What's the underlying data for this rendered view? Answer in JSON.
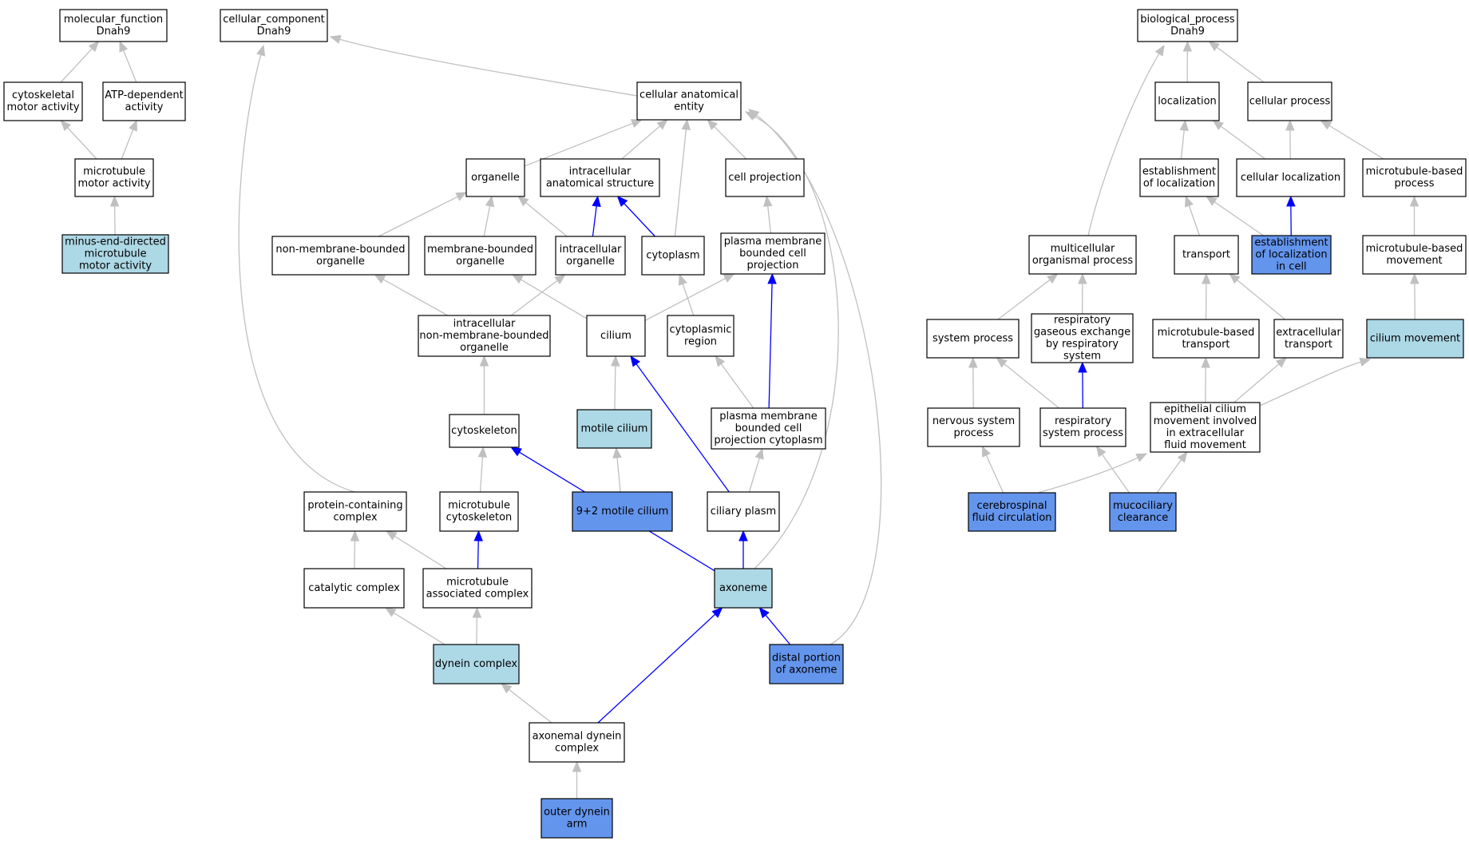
{
  "palette": {
    "plain": "#ffffff",
    "light": "#add8e6",
    "blue": "#6495ed",
    "edge_gray": "#c0c0c0",
    "edge_blue": "#0000ff",
    "border": "#000000"
  },
  "nodes": [
    {
      "id": "mf",
      "lines": [
        "molecular_function",
        "Dnah9"
      ],
      "fill": "plain"
    },
    {
      "id": "csm",
      "lines": [
        "cytoskeletal",
        "motor activity"
      ],
      "fill": "plain"
    },
    {
      "id": "atp",
      "lines": [
        "ATP-dependent",
        "activity"
      ],
      "fill": "plain"
    },
    {
      "id": "mma",
      "lines": [
        "microtubule",
        "motor activity"
      ],
      "fill": "plain"
    },
    {
      "id": "minus",
      "lines": [
        "minus-end-directed",
        "microtubule",
        "motor activity"
      ],
      "fill": "light"
    },
    {
      "id": "cc",
      "lines": [
        "cellular_component",
        "Dnah9"
      ],
      "fill": "plain"
    },
    {
      "id": "cae",
      "lines": [
        "cellular anatomical",
        "entity"
      ],
      "fill": "plain"
    },
    {
      "id": "org",
      "lines": [
        "organelle"
      ],
      "fill": "plain"
    },
    {
      "id": "ias",
      "lines": [
        "intracellular",
        "anatomical structure"
      ],
      "fill": "plain"
    },
    {
      "id": "cproj",
      "lines": [
        "cell projection"
      ],
      "fill": "plain"
    },
    {
      "id": "nmbo",
      "lines": [
        "non-membrane-bounded",
        "organelle"
      ],
      "fill": "plain"
    },
    {
      "id": "mbo",
      "lines": [
        "membrane-bounded",
        "organelle"
      ],
      "fill": "plain"
    },
    {
      "id": "io",
      "lines": [
        "intracellular",
        "organelle"
      ],
      "fill": "plain"
    },
    {
      "id": "cyto",
      "lines": [
        "cytoplasm"
      ],
      "fill": "plain"
    },
    {
      "id": "pmbcp",
      "lines": [
        "plasma membrane",
        "bounded cell",
        "projection"
      ],
      "fill": "plain"
    },
    {
      "id": "inmbo",
      "lines": [
        "intracellular",
        "non-membrane-bounded",
        "organelle"
      ],
      "fill": "plain"
    },
    {
      "id": "cilium",
      "lines": [
        "cilium"
      ],
      "fill": "plain"
    },
    {
      "id": "cregion",
      "lines": [
        "cytoplasmic",
        "region"
      ],
      "fill": "plain"
    },
    {
      "id": "cytosk",
      "lines": [
        "cytoskeleton"
      ],
      "fill": "plain"
    },
    {
      "id": "motile",
      "lines": [
        "motile cilium"
      ],
      "fill": "light"
    },
    {
      "id": "pmbcpc",
      "lines": [
        "plasma membrane",
        "bounded cell",
        "projection cytoplasm"
      ],
      "fill": "plain"
    },
    {
      "id": "pcc",
      "lines": [
        "protein-containing",
        "complex"
      ],
      "fill": "plain"
    },
    {
      "id": "mtcs",
      "lines": [
        "microtubule",
        "cytoskeleton"
      ],
      "fill": "plain"
    },
    {
      "id": "m92",
      "lines": [
        "9+2 motile cilium"
      ],
      "fill": "blue"
    },
    {
      "id": "ciliaryplasm",
      "lines": [
        "ciliary plasm"
      ],
      "fill": "plain"
    },
    {
      "id": "catc",
      "lines": [
        "catalytic complex"
      ],
      "fill": "plain"
    },
    {
      "id": "mac",
      "lines": [
        "microtubule",
        "associated complex"
      ],
      "fill": "plain"
    },
    {
      "id": "axoneme",
      "lines": [
        "axoneme"
      ],
      "fill": "light"
    },
    {
      "id": "dynein",
      "lines": [
        "dynein complex"
      ],
      "fill": "light"
    },
    {
      "id": "distal",
      "lines": [
        "distal portion",
        "of axoneme"
      ],
      "fill": "blue"
    },
    {
      "id": "adc",
      "lines": [
        "axonemal dynein",
        "complex"
      ],
      "fill": "plain"
    },
    {
      "id": "oda",
      "lines": [
        "outer dynein",
        "arm"
      ],
      "fill": "blue"
    },
    {
      "id": "bp",
      "lines": [
        "biological_process",
        "Dnah9"
      ],
      "fill": "plain"
    },
    {
      "id": "loc",
      "lines": [
        "localization"
      ],
      "fill": "plain"
    },
    {
      "id": "cp",
      "lines": [
        "cellular process"
      ],
      "fill": "plain"
    },
    {
      "id": "eol",
      "lines": [
        "establishment",
        "of localization"
      ],
      "fill": "plain"
    },
    {
      "id": "cloc",
      "lines": [
        "cellular localization"
      ],
      "fill": "plain"
    },
    {
      "id": "mtbp",
      "lines": [
        "microtubule-based",
        "process"
      ],
      "fill": "plain"
    },
    {
      "id": "mop",
      "lines": [
        "multicellular",
        "organismal process"
      ],
      "fill": "plain"
    },
    {
      "id": "transport",
      "lines": [
        "transport"
      ],
      "fill": "plain"
    },
    {
      "id": "eolc",
      "lines": [
        "establishment",
        "of localization",
        "in cell"
      ],
      "fill": "blue"
    },
    {
      "id": "mtbm",
      "lines": [
        "microtubule-based",
        "movement"
      ],
      "fill": "plain"
    },
    {
      "id": "sysp",
      "lines": [
        "system process"
      ],
      "fill": "plain"
    },
    {
      "id": "rge",
      "lines": [
        "respiratory",
        "gaseous exchange",
        "by respiratory",
        "system"
      ],
      "fill": "plain"
    },
    {
      "id": "mtbt",
      "lines": [
        "microtubule-based",
        "transport"
      ],
      "fill": "plain"
    },
    {
      "id": "ect",
      "lines": [
        "extracellular",
        "transport"
      ],
      "fill": "plain"
    },
    {
      "id": "ciliummov",
      "lines": [
        "cilium movement"
      ],
      "fill": "light"
    },
    {
      "id": "nsp",
      "lines": [
        "nervous system",
        "process"
      ],
      "fill": "plain"
    },
    {
      "id": "rsp",
      "lines": [
        "respiratory",
        "system process"
      ],
      "fill": "plain"
    },
    {
      "id": "ecm",
      "lines": [
        "epithelial cilium",
        "movement involved",
        "in extracellular",
        "fluid movement"
      ],
      "fill": "plain"
    },
    {
      "id": "csf",
      "lines": [
        "cerebrospinal",
        "fluid circulation"
      ],
      "fill": "blue"
    },
    {
      "id": "mucc",
      "lines": [
        "mucociliary",
        "clearance"
      ],
      "fill": "blue"
    }
  ],
  "edges": [
    {
      "from": "csm",
      "to": "mf",
      "color": "gray"
    },
    {
      "from": "atp",
      "to": "mf",
      "color": "gray"
    },
    {
      "from": "mma",
      "to": "csm",
      "color": "gray"
    },
    {
      "from": "mma",
      "to": "atp",
      "color": "gray"
    },
    {
      "from": "minus",
      "to": "mma",
      "color": "gray"
    },
    {
      "from": "cae",
      "to": "cc",
      "color": "gray"
    },
    {
      "from": "org",
      "to": "cae",
      "color": "gray"
    },
    {
      "from": "ias",
      "to": "cae",
      "color": "gray"
    },
    {
      "from": "cyto",
      "to": "cae",
      "color": "gray"
    },
    {
      "from": "cproj",
      "to": "cae",
      "color": "gray"
    },
    {
      "from": "axoneme",
      "to": "cae",
      "color": "gray"
    },
    {
      "from": "distal",
      "to": "cae",
      "color": "gray"
    },
    {
      "from": "nmbo",
      "to": "org",
      "color": "gray"
    },
    {
      "from": "mbo",
      "to": "org",
      "color": "gray"
    },
    {
      "from": "io",
      "to": "org",
      "color": "gray"
    },
    {
      "from": "io",
      "to": "ias",
      "color": "blue"
    },
    {
      "from": "cyto",
      "to": "ias",
      "color": "blue"
    },
    {
      "from": "pmbcp",
      "to": "cproj",
      "color": "gray"
    },
    {
      "from": "inmbo",
      "to": "nmbo",
      "color": "gray"
    },
    {
      "from": "inmbo",
      "to": "io",
      "color": "gray"
    },
    {
      "from": "cilium",
      "to": "mbo",
      "color": "gray"
    },
    {
      "from": "cilium",
      "to": "pmbcp",
      "color": "gray"
    },
    {
      "from": "cregion",
      "to": "cyto",
      "color": "gray"
    },
    {
      "from": "cytosk",
      "to": "inmbo",
      "color": "gray"
    },
    {
      "from": "motile",
      "to": "cilium",
      "color": "gray"
    },
    {
      "from": "ciliaryplasm",
      "to": "cilium",
      "color": "blue"
    },
    {
      "from": "pmbcpc",
      "to": "cregion",
      "color": "gray"
    },
    {
      "from": "pmbcpc",
      "to": "pmbcp",
      "color": "blue"
    },
    {
      "from": "pcc",
      "to": "cc",
      "color": "gray"
    },
    {
      "from": "mtcs",
      "to": "cytosk",
      "color": "gray"
    },
    {
      "from": "m92",
      "to": "motile",
      "color": "gray"
    },
    {
      "from": "ciliaryplasm",
      "to": "pmbcpc",
      "color": "gray"
    },
    {
      "from": "catc",
      "to": "pcc",
      "color": "gray"
    },
    {
      "from": "mac",
      "to": "pcc",
      "color": "gray"
    },
    {
      "from": "mac",
      "to": "mtcs",
      "color": "blue"
    },
    {
      "from": "axoneme",
      "to": "cytosk",
      "color": "blue"
    },
    {
      "from": "axoneme",
      "to": "ciliaryplasm",
      "color": "blue"
    },
    {
      "from": "dynein",
      "to": "catc",
      "color": "gray"
    },
    {
      "from": "dynein",
      "to": "mac",
      "color": "gray"
    },
    {
      "from": "distal",
      "to": "axoneme",
      "color": "blue"
    },
    {
      "from": "adc",
      "to": "dynein",
      "color": "gray"
    },
    {
      "from": "adc",
      "to": "axoneme",
      "color": "blue"
    },
    {
      "from": "oda",
      "to": "adc",
      "color": "gray"
    },
    {
      "from": "loc",
      "to": "bp",
      "color": "gray"
    },
    {
      "from": "cp",
      "to": "bp",
      "color": "gray"
    },
    {
      "from": "mop",
      "to": "bp",
      "color": "gray"
    },
    {
      "from": "eol",
      "to": "loc",
      "color": "gray"
    },
    {
      "from": "cloc",
      "to": "loc",
      "color": "gray"
    },
    {
      "from": "cloc",
      "to": "cp",
      "color": "gray"
    },
    {
      "from": "mtbp",
      "to": "cp",
      "color": "gray"
    },
    {
      "from": "transport",
      "to": "eol",
      "color": "gray"
    },
    {
      "from": "eolc",
      "to": "eol",
      "color": "gray"
    },
    {
      "from": "eolc",
      "to": "cloc",
      "color": "blue"
    },
    {
      "from": "mtbm",
      "to": "mtbp",
      "color": "gray"
    },
    {
      "from": "sysp",
      "to": "mop",
      "color": "gray"
    },
    {
      "from": "rge",
      "to": "mop",
      "color": "gray"
    },
    {
      "from": "mtbt",
      "to": "transport",
      "color": "gray"
    },
    {
      "from": "ect",
      "to": "transport",
      "color": "gray"
    },
    {
      "from": "ciliummov",
      "to": "mtbm",
      "color": "gray"
    },
    {
      "from": "nsp",
      "to": "sysp",
      "color": "gray"
    },
    {
      "from": "rsp",
      "to": "sysp",
      "color": "gray"
    },
    {
      "from": "rsp",
      "to": "rge",
      "color": "blue"
    },
    {
      "from": "ecm",
      "to": "mtbt",
      "color": "gray"
    },
    {
      "from": "ecm",
      "to": "ect",
      "color": "gray"
    },
    {
      "from": "ecm",
      "to": "ciliummov",
      "color": "gray"
    },
    {
      "from": "csf",
      "to": "nsp",
      "color": "gray"
    },
    {
      "from": "csf",
      "to": "ecm",
      "color": "gray"
    },
    {
      "from": "mucc",
      "to": "rsp",
      "color": "gray"
    },
    {
      "from": "mucc",
      "to": "ecm",
      "color": "gray"
    }
  ]
}
